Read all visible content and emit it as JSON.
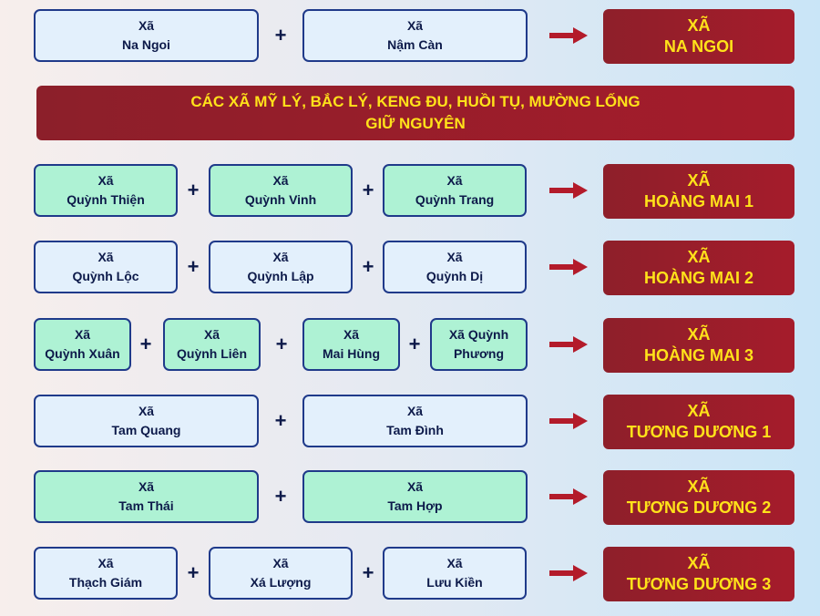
{
  "rows": [
    {
      "a": [
        "Xã",
        "Na Ngoi"
      ],
      "b": [
        "Xã",
        "Nậm Càn"
      ],
      "result": [
        "XÃ",
        "NA NGOI"
      ]
    },
    {
      "a": [
        "Xã",
        "Quỳnh Thiện"
      ],
      "b": [
        "Xã",
        "Quỳnh Vinh"
      ],
      "c": [
        "Xã",
        "Quỳnh Trang"
      ],
      "result": [
        "XÃ",
        "HOÀNG MAI 1"
      ]
    },
    {
      "a": [
        "Xã",
        "Quỳnh Lộc"
      ],
      "b": [
        "Xã",
        "Quỳnh Lập"
      ],
      "c": [
        "Xã",
        "Quỳnh Dị"
      ],
      "result": [
        "XÃ",
        "HOÀNG MAI 2"
      ]
    },
    {
      "a": [
        "Xã",
        "Quỳnh Xuân"
      ],
      "b": [
        "Xã",
        "Quỳnh Liên"
      ],
      "c": [
        "Xã",
        "Mai Hùng"
      ],
      "d": [
        "Xã Quỳnh",
        "Phương"
      ],
      "result": [
        "XÃ",
        "HOÀNG MAI 3"
      ]
    },
    {
      "a": [
        "Xã",
        "Tam Quang"
      ],
      "b": [
        "Xã",
        "Tam Đình"
      ],
      "result": [
        "XÃ",
        "TƯƠNG DƯƠNG 1"
      ]
    },
    {
      "a": [
        "Xã",
        "Tam Thái"
      ],
      "b": [
        "Xã",
        "Tam Hợp"
      ],
      "result": [
        "XÃ",
        "TƯƠNG DƯƠNG 2"
      ]
    },
    {
      "a": [
        "Xã",
        "Thạch Giám"
      ],
      "b": [
        "Xã",
        "Xá Lượng"
      ],
      "c": [
        "Xã",
        "Lưu Kiền"
      ],
      "result": [
        "XÃ",
        "TƯƠNG DƯƠNG 3"
      ]
    }
  ],
  "banner": {
    "line1": "CÁC XÃ MỸ LÝ, BẮC LÝ, KENG ĐU, HUỒI TỤ, MƯỜNG LỐNG",
    "line2": "GIỮ NGUYÊN"
  },
  "plus_symbol": "+",
  "colors": {
    "box_blue": "#e3f0fc",
    "box_green": "#aef2d4",
    "box_border": "#1f3a8a",
    "result_bg": "#a51c2b",
    "result_text": "#ffe21a",
    "arrow": "#b31b2a",
    "text": "#0d1a4a"
  },
  "arrow_icon": "right-arrow-icon"
}
